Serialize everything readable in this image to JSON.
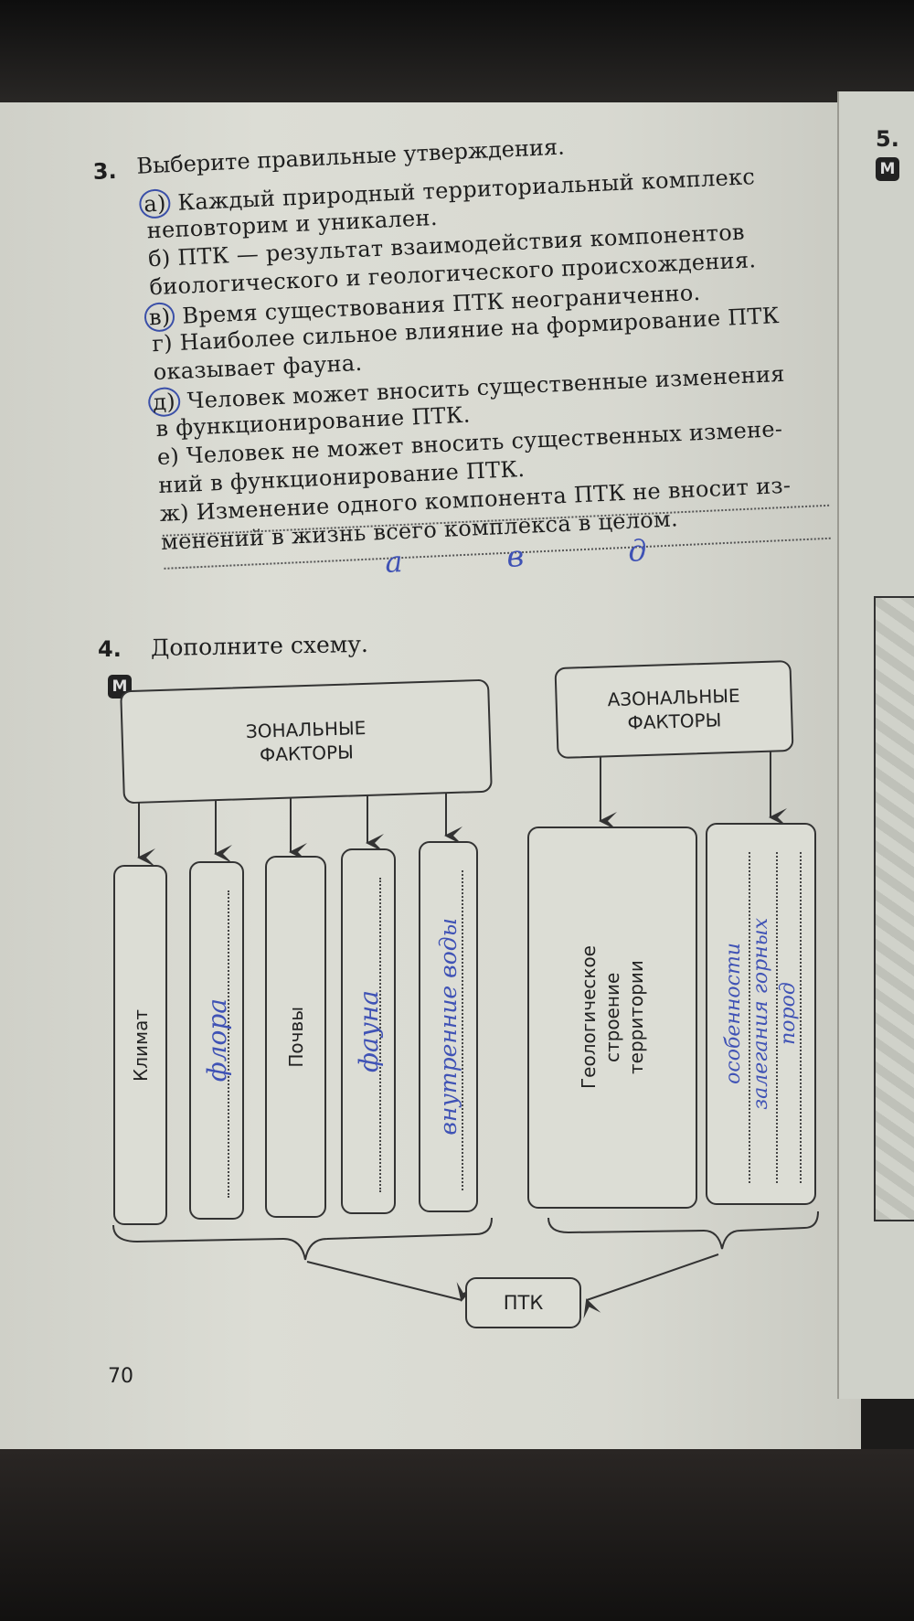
{
  "right_page": {
    "task_number": "5.",
    "badge": "М"
  },
  "question3": {
    "number": "3.",
    "title": "Выберите правильные утверждения.",
    "lines": [
      {
        "marker": "а)",
        "circled": true,
        "text": " Каждый природный территориальный комплекс"
      },
      {
        "marker": "",
        "circled": false,
        "text": "неповторим и уникален."
      },
      {
        "marker": "б)",
        "circled": false,
        "text": " ПТК — результат взаимодействия компонентов"
      },
      {
        "marker": "",
        "circled": false,
        "text": "биологического и геологического происхождения."
      },
      {
        "marker": "в)",
        "circled": true,
        "text": " Время существования ПТК неограниченно."
      },
      {
        "marker": "г)",
        "circled": false,
        "text": " Наиболее сильное влияние на формирование ПТК"
      },
      {
        "marker": "",
        "circled": false,
        "text": "оказывает фауна."
      },
      {
        "marker": "д)",
        "circled": true,
        "text": " Человек может вносить существенные изменения"
      },
      {
        "marker": "",
        "circled": false,
        "text": "в функционирование ПТК."
      },
      {
        "marker": "е)",
        "circled": false,
        "text": " Человек не может вносить существенных измене-"
      },
      {
        "marker": "",
        "circled": false,
        "text": "ний в функционирование ПТК."
      },
      {
        "marker": "ж)",
        "circled": false,
        "text": " Изменение одного компонента ПТК не вносит из-"
      },
      {
        "marker": "",
        "circled": false,
        "text": "менений в жизнь всего комплекса в целом."
      }
    ],
    "handwritten_answer": "а в д"
  },
  "question4": {
    "number": "4.",
    "title": "Дополните схему.",
    "badge": "М",
    "zonal_header": [
      "ЗОНАЛЬНЫЕ",
      "ФАКТОРЫ"
    ],
    "azonal_header": [
      "АЗОНАЛЬНЫЕ",
      "ФАКТОРЫ"
    ],
    "zonal_items": [
      {
        "printed": "Климат",
        "handwritten": ""
      },
      {
        "printed": "",
        "handwritten": "флора"
      },
      {
        "printed": "Почвы",
        "handwritten": ""
      },
      {
        "printed": "",
        "handwritten": "фауна"
      },
      {
        "printed": "",
        "handwritten": "внутренние воды"
      }
    ],
    "azonal_items": [
      {
        "printed": [
          "Геологическое",
          "строение",
          "территории"
        ],
        "handwritten": ""
      },
      {
        "printed": [],
        "handwritten": [
          "особенности",
          "залегания горных",
          "пород"
        ]
      }
    ],
    "result": "ПТК"
  },
  "page_number": "70",
  "colors": {
    "ink": "#3f52b5",
    "print": "#1e1e1e",
    "paper": "#d8d9d1"
  }
}
